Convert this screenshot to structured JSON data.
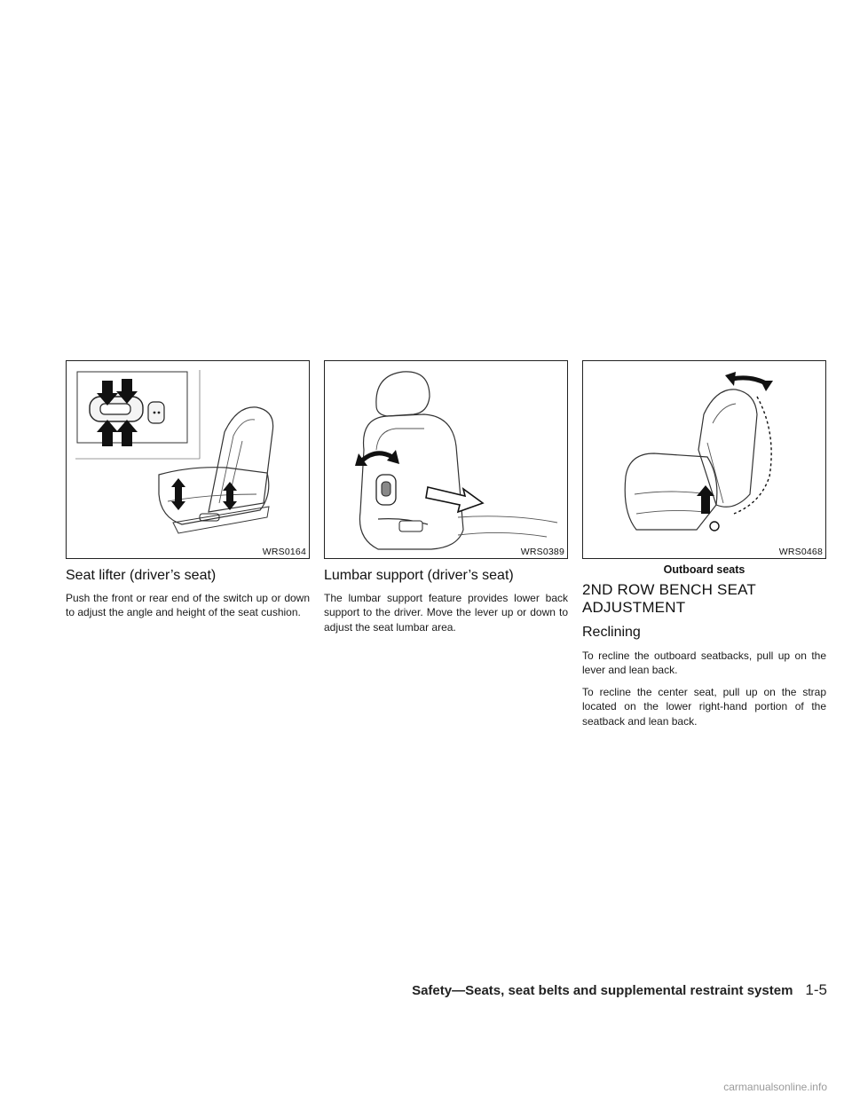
{
  "sections": [
    {
      "figure_code": "WRS0164",
      "heading": "Seat lifter (driver’s seat)",
      "paragraphs": [
        "Push the front or rear end of the switch up or down to adjust the angle and height of the seat cushion."
      ]
    },
    {
      "figure_code": "WRS0389",
      "heading": "Lumbar support (driver’s seat)",
      "paragraphs": [
        "The lumbar support feature provides lower back support to the driver. Move the lever up or down to adjust the seat lumbar area."
      ]
    },
    {
      "figure_code": "WRS0468",
      "figure_caption": "Outboard seats",
      "heading": "2ND ROW BENCH SEAT ADJUSTMENT",
      "subheading": "Reclining",
      "paragraphs": [
        "To recline the outboard seatbacks, pull up on the lever and lean back.",
        "To recline the center seat, pull up on the strap located on the lower right-hand portion of the seatback and lean back."
      ]
    }
  ],
  "footer": {
    "section_title": "Safety—Seats, seat belts and supplemental restraint system",
    "page_number": "1-5"
  },
  "watermark": "carmanualsonline.info"
}
